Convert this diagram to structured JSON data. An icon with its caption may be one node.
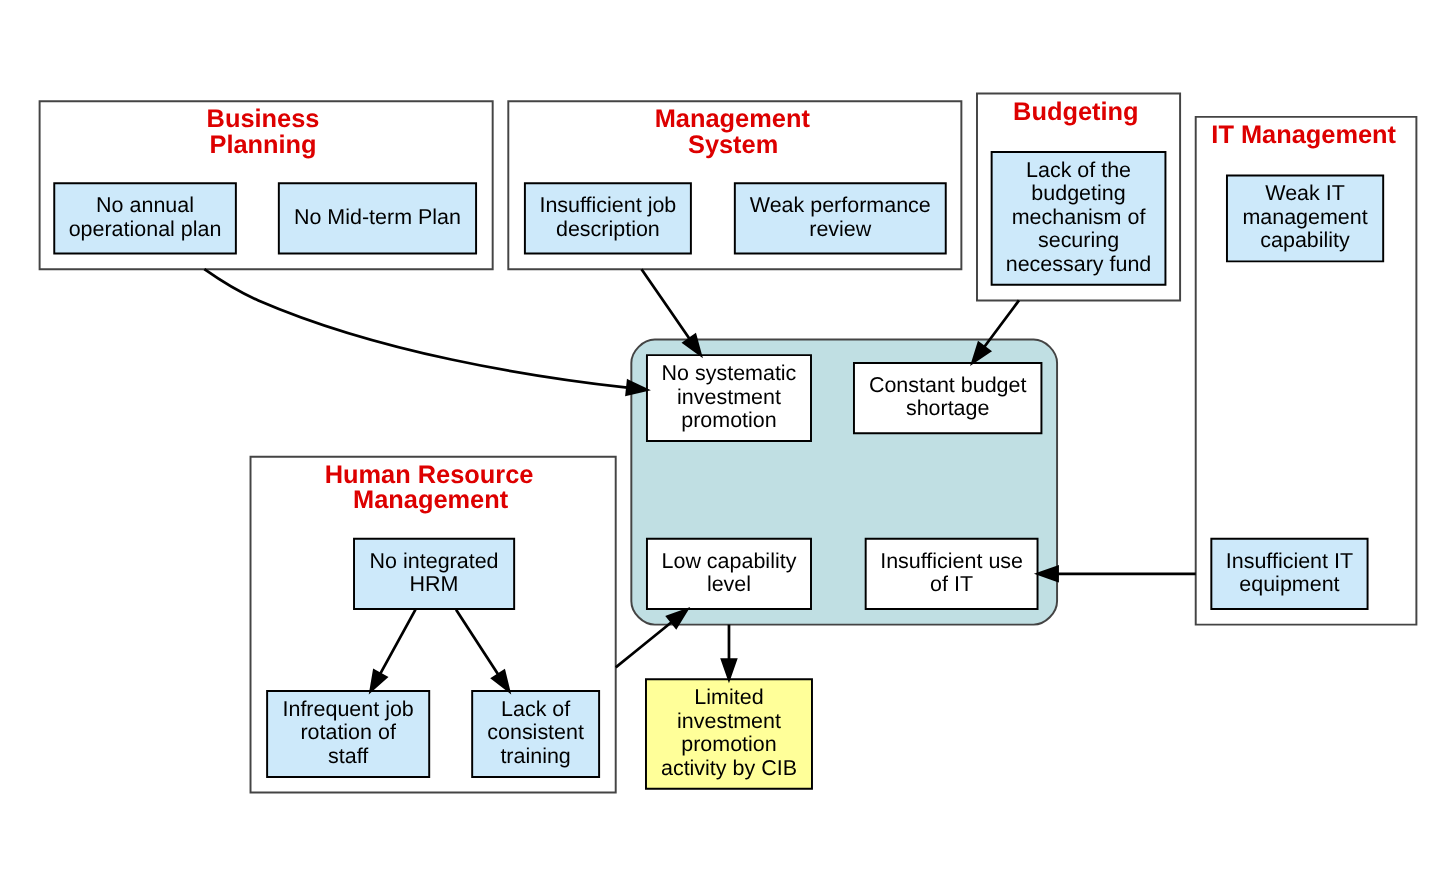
{
  "diagram": {
    "nodes": [
      {
        "text": [
          "Business Planning"
        ]
      },
      {
        "text": [
          "No Mid-term Plan"
        ],
        "in": 0
      },
      {
        "text": [
          "No annual operational plan"
        ],
        "in": 0
      },
      {
        "text": [
          "Management System"
        ]
      },
      {
        "text": [
          "Weak performance review"
        ],
        "in": 3
      },
      {
        "text": [
          "Insufficient job description"
        ],
        "in": 3
      },
      {
        "text": [
          "Budgeting"
        ]
      },
      {
        "text": [
          "Lack of the budgeting mechanism of securing necessary fund"
        ],
        "in": 6
      },
      {
        "text": [
          "Human Resource Management"
        ]
      },
      {
        "text": [
          "No integrated HRM"
        ],
        "in": 8
      },
      {
        "text": [
          "Infrequent job rotation of staff"
        ],
        "in": 8
      },
      {
        "text": [
          "Lack of consistent training"
        ],
        "in": 8
      },
      {
        "text": [],
        "shape": "box"
      },
      {
        "text": [
          "No systematic investment promotion"
        ],
        "in": 12
      },
      {
        "text": [
          "Constant budget shortage"
        ],
        "in": 12
      },
      {
        "text": [
          "Low capability level"
        ],
        "in": 12
      },
      {
        "text": [
          "Insufficient use of IT"
        ],
        "in": 12
      },
      {
        "text": [
          "IT Management"
        ]
      },
      {
        "text": [
          "Weak IT management capability"
        ],
        "in": 17
      },
      {
        "text": [
          "Insufficient IT equipment"
        ],
        "in": 17
      },
      {
        "text": [
          "Limited investment promotion activity by CIB"
        ]
      }
    ],
    "edges": [
      {
        "from": 0,
        "to": 13,
        "arrow": "to"
      },
      {
        "from": 3,
        "to": 13,
        "arrow": "to"
      },
      {
        "from": 6,
        "to": 14,
        "arrow": "to"
      },
      {
        "from": 9,
        "to": 10,
        "arrow": "to"
      },
      {
        "from": 9,
        "to": 11,
        "arrow": "to"
      },
      {
        "from": 8,
        "to": 15,
        "arrow": "to"
      },
      {
        "from": 17,
        "to": 16,
        "arrow": "to"
      },
      {
        "from": 12,
        "to": 20,
        "arrow": "to"
      }
    ]
  }
}
